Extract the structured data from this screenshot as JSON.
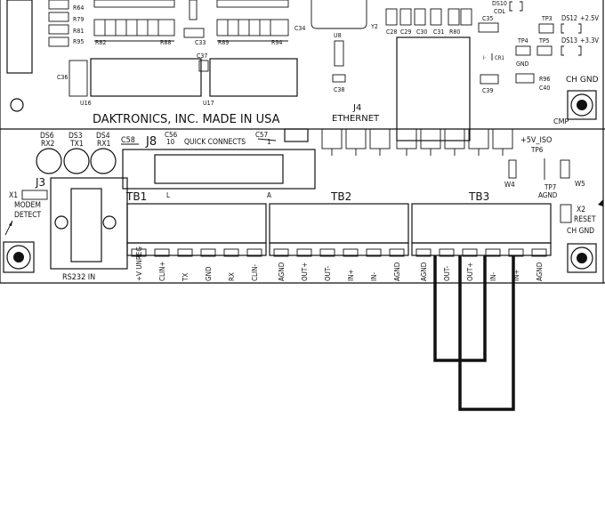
{
  "board": {
    "title": "DAKTRONICS, INC. MADE IN USA",
    "ethernet": {
      "id": "J4",
      "label": "ETHERNET"
    },
    "power_label": "+5V_ISO",
    "chassis_label_top": "CH GND",
    "chassis_label_right": "CH GND",
    "cmp": "CMP",
    "modem": {
      "id": "X1",
      "line1": "MODEM",
      "line2": "DETECT"
    },
    "reset": {
      "id": "X2",
      "label": "RESET"
    },
    "rs232": {
      "id": "J3",
      "label": "RS232 IN"
    },
    "quick_connects": {
      "id": "J8",
      "label": "QUICK CONNECTS",
      "pin_first": "10",
      "pin_last": "1",
      "left_mark": "L",
      "right_mark": "A"
    },
    "leds": [
      {
        "id": "DS6",
        "name": "RX2"
      },
      {
        "id": "DS3",
        "name": "TX1"
      },
      {
        "id": "DS4",
        "name": "RX1"
      }
    ],
    "resistors_left": [
      "R64",
      "R79",
      "R81",
      "R95"
    ],
    "refdes": {
      "r82": "R82",
      "r88": "R88",
      "r89": "R89",
      "r94": "R94",
      "c33": "C33",
      "c34": "C34",
      "c37": "C37",
      "c38": "C38",
      "c36": "C36",
      "u8": "U8",
      "u16": "U16",
      "u17": "U17",
      "y2": "Y2",
      "c28": "C28",
      "c29": "C29",
      "c30": "C30",
      "c31": "C31",
      "r80": "R80",
      "c35": "C35",
      "c39": "C39",
      "c40": "C40",
      "r96": "R96",
      "cr1": "CR1",
      "c56": "C56",
      "c57": "C57",
      "c58": "C58",
      "ds10": "DS10",
      "col": "COL",
      "tp3": "TP3",
      "tp4": "TP4",
      "tp5": "TP5",
      "tp6": "TP6",
      "tp7": "TP7",
      "gnd": "GND",
      "agnd": "AGND",
      "ds12": "DS12",
      "ds13": "DS13",
      "v25": "+2.5V",
      "v33": "+3.3V",
      "w4": "W4",
      "w5": "W5"
    },
    "terminal_blocks": [
      {
        "id": "TB1",
        "pins": [
          "+V UNREG",
          "CLIN+",
          "TX",
          "GND",
          "RX",
          "CLIN-"
        ]
      },
      {
        "id": "TB2",
        "pins": [
          "AGND",
          "OUT+",
          "OUT-",
          "IN+",
          "IN-",
          "AGND"
        ]
      },
      {
        "id": "TB3",
        "pins": [
          "AGND",
          "OUT-",
          "OUT+",
          "IN-",
          "IN+",
          "AGND"
        ]
      }
    ]
  }
}
